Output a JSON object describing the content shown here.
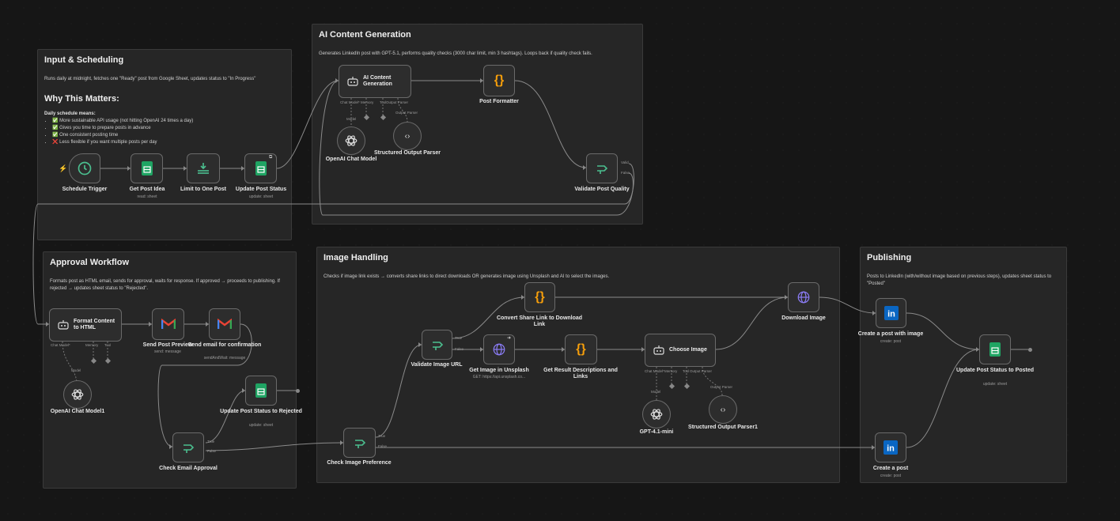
{
  "stickies": {
    "input": {
      "title": "Input & Scheduling",
      "desc": "Runs daily at midnight, fetches one \"Ready\" post from Google Sheet, updates status to \"In Progress\"",
      "why": "Why This Matters:",
      "sub": "Daily schedule means:",
      "items": [
        "✅ More sustainable API usage (not hitting OpenAI 24 times a day)",
        "✅ Gives you time to prepare posts in advance",
        "✅ One consistent posting time",
        "❌ Less flexible if you want multiple posts per day"
      ]
    },
    "ai": {
      "title": "AI Content Generation",
      "desc": "Generates LinkedIn post with GPT-5.1, performs quality checks (3000 char limit, min 3 hashtags). Loops back if quality check fails."
    },
    "approval": {
      "title": "Approval Workflow",
      "desc": "Formats post as HTML email, sends for approval, waits for response. If approved → proceeds to publishing. If rejected → updates sheet status to \"Rejected\"."
    },
    "image": {
      "title": "Image Handling",
      "desc": "Checks if image link exists → converts share links to direct downloads OR generates image using Unsplash and AI to select the images."
    },
    "publish": {
      "title": "Publishing",
      "desc": "Posts to LinkedIn (with/without image based on previous steps), updates sheet status to \"Posted\""
    }
  },
  "nodes": {
    "schedule": {
      "label": "Schedule Trigger"
    },
    "getpost": {
      "label": "Get Post Idea",
      "sub": "read: sheet"
    },
    "limit": {
      "label": "Limit to One Post"
    },
    "updstatus": {
      "label": "Update Post Status",
      "sub": "update: sheet"
    },
    "aicontent": {
      "label": "AI Content Generation"
    },
    "openai1": {
      "label": "OpenAI Chat Model"
    },
    "parser1": {
      "label": "Structured Output Parser"
    },
    "formatter": {
      "label": "Post Formatter"
    },
    "validate": {
      "label": "Validate Post Quality"
    },
    "format": {
      "label": "Format Content to HTML"
    },
    "openai2": {
      "label": "OpenAI Chat Model1"
    },
    "preview": {
      "label": "Send Post Preview",
      "sub": "send: message"
    },
    "confirm": {
      "label": "Send email for confirmation",
      "sub": "sendAndWait: message"
    },
    "rejected": {
      "label": "Update Post Status to Rejected",
      "sub": "update: sheet"
    },
    "approval": {
      "label": "Check Email Approval"
    },
    "imgpref": {
      "label": "Check Image Preference"
    },
    "valurl": {
      "label": "Validate Image URL"
    },
    "convert": {
      "label": "Convert Share Link to Download Link"
    },
    "unsplash": {
      "label": "Get Image in Unsplash",
      "sub": "GET: https://api.unsplash.co..."
    },
    "result": {
      "label": "Get Result Descriptions and Links"
    },
    "choose": {
      "label": "Choose Image"
    },
    "gpt41": {
      "label": "GPT-4.1-mini"
    },
    "parser2": {
      "label": "Structured Output Parser1"
    },
    "download": {
      "label": "Download Image"
    },
    "liimg": {
      "label": "Create a post with image",
      "sub": "create: post"
    },
    "lipost": {
      "label": "Create a post",
      "sub": "create: post"
    },
    "posted": {
      "label": "Update Post Status to Posted",
      "sub": "update: sheet"
    }
  },
  "ports": {
    "chat_model": "Chat Model*",
    "memory": "Memory",
    "tool": "Tool",
    "output_parser": "Output Parser",
    "model": "Model",
    "valid": "Valid",
    "false": "False",
    "true": "True",
    "chat_model2": "Chat Model*",
    "memory2": "Memory",
    "output_parser2": "Output Parser"
  },
  "colors": {
    "background": "#161616",
    "sticky": "#262626",
    "node": "#2d2d2d",
    "sheets": "#1fa463",
    "clock": "#4bbf8f",
    "orange": "#f59e0b",
    "gmail_red": "#ea4335",
    "linkedin": "#0a66c2",
    "globe": "#8b7cf6"
  }
}
